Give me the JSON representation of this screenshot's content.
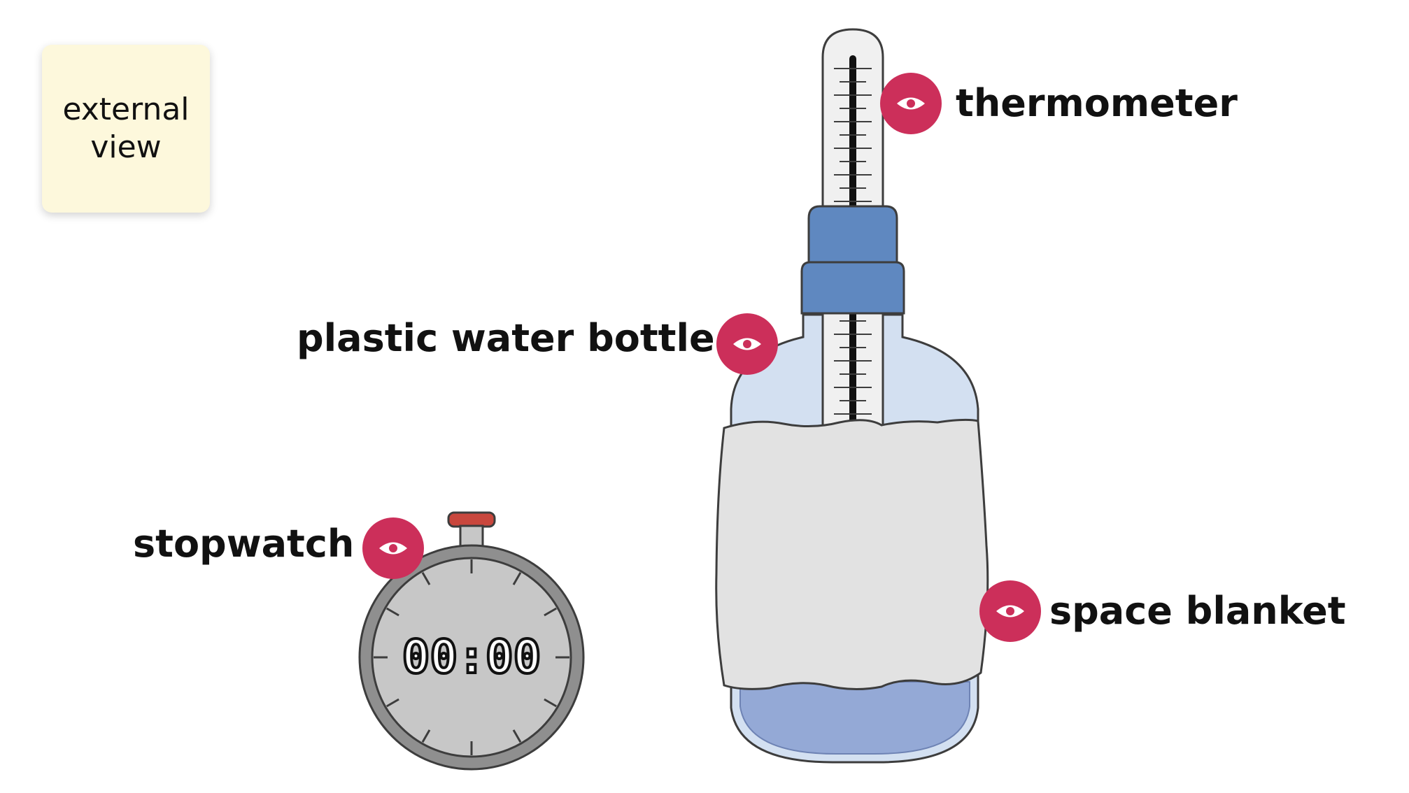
{
  "view_toggle": {
    "line1": "external",
    "line2": "view"
  },
  "labels": {
    "thermometer": "thermometer",
    "bottle": "plastic water bottle",
    "stopwatch": "stopwatch",
    "blanket": "space blanket"
  },
  "stopwatch_display": "00:00",
  "colors": {
    "hotspot": "#cc2f5a",
    "card": "#fdf8dc",
    "cap": "#5f88c0",
    "water": "#94a9d6",
    "bottle": "#d3e0f1",
    "blanket": "#e2e2e2"
  },
  "icons": {
    "hotspot": "eye-icon"
  }
}
